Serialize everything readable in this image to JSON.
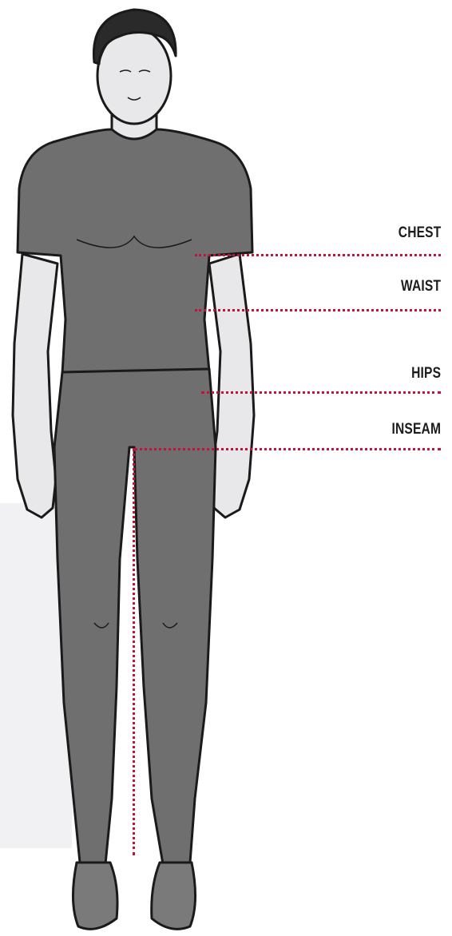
{
  "colors": {
    "measure_line": "#c0143c",
    "label_text": "#1c1c1c",
    "garment": "#6f6f6f",
    "skin": "#e8e8ea",
    "outline": "#1a1a1a",
    "panel": "#f1f1f3"
  },
  "measurements": {
    "chest": "CHEST",
    "waist": "WAIST",
    "hips": "HIPS",
    "inseam": "INSEAM"
  }
}
